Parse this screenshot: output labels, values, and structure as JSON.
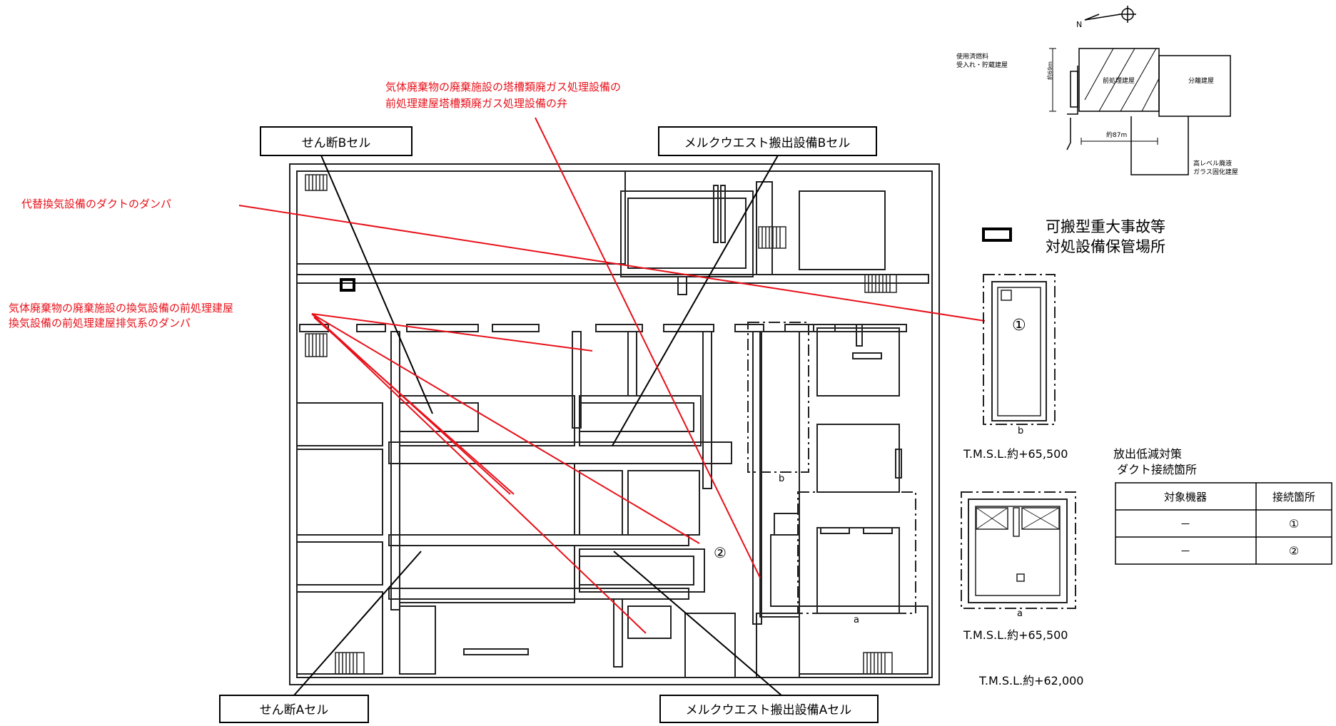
{
  "diagram": {
    "callouts": {
      "shear_b": "せん断Bセル",
      "shear_a": "せん断Aセル",
      "melt_b": "メルクウエスト搬出設備Bセル",
      "melt_a": "メルクウエスト搬出設備Aセル"
    },
    "red_labels": {
      "gas_waste_line1": "気体廃棄物の廃棄施設の塔槽類廃ガス処理設備の",
      "gas_waste_line2": "前処理建屋塔槽類廃ガス処理設備の弁",
      "alt_vent": "代替換気設備のダクトのダンパ",
      "vent_line1": "気体廃棄物の廃棄施設の換気設備の前処理建屋",
      "vent_line2": "換気設備の前処理建屋排気系のダンパ"
    },
    "markers": {
      "circle_1": "①",
      "circle_2": "②",
      "label_a": "a",
      "label_b": "b"
    },
    "legend": {
      "storage_line1": "可搬型重大事故等",
      "storage_line2": "対処設備保管場所"
    },
    "elevations": {
      "upper_inset": "T.M.S.L.約+65,500",
      "lower_inset": "T.M.S.L.約+65,500",
      "main_floor": "T.M.S.L.約+62,000"
    },
    "key_plan": {
      "north": "N",
      "fuel_bldg_line1": "使用済燃料",
      "fuel_bldg_line2": "受入れ・貯蔵建屋",
      "pretreatment": "前処理建屋",
      "separation": "分離建屋",
      "hlw_line1": "高レベル廃液",
      "hlw_line2": "ガラス固化建屋",
      "dim_vertical": "約69m",
      "dim_horizontal": "約87m"
    },
    "table": {
      "title_line1": "放出低減対策",
      "title_line2": "ダクト接続箇所",
      "headers": [
        "対象機器",
        "接続箇所"
      ],
      "rows": [
        [
          "－",
          "①"
        ],
        [
          "－",
          "②"
        ]
      ]
    }
  }
}
